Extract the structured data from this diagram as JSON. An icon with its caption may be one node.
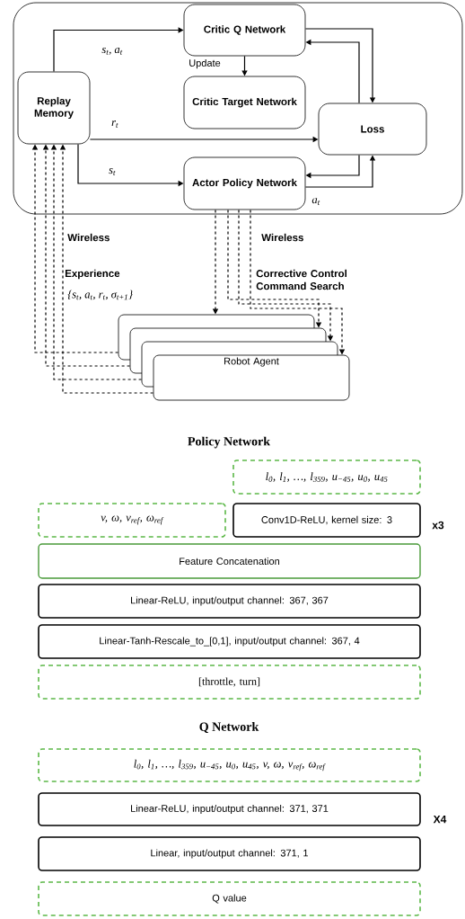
{
  "diagram": {
    "nodes": [
      {
        "text": [],
        "shape": "box"
      },
      {
        "text": [
          "Replay Memory"
        ],
        "in": 0
      },
      {
        "text": [
          "Critic Q Network"
        ],
        "in": 0
      },
      {
        "text": [
          "Critic Target Network"
        ],
        "in": 0
      },
      {
        "text": [
          "Loss"
        ],
        "in": 0
      },
      {
        "text": [
          "Actor Policy Network"
        ],
        "in": 0
      },
      {
        "text": [],
        "shape": "box"
      },
      {
        "text": [],
        "shape": "box"
      },
      {
        "text": [],
        "shape": "box"
      },
      {
        "text": [
          "Robot Agent"
        ]
      },
      {
        "text": [
          "l$_{0}$, l$_{1}$, …, l$_{359}$, u$_{−45}$, u$_{0}$, u$_{45}$"
        ]
      },
      {
        "text": [
          "v, ω, v$_{ref}$, ω$_{ref}$"
        ]
      },
      {
        "text": [
          "Conv1D-ReLU, kernel size: 3"
        ],
        "beside": [
          "x3"
        ]
      },
      {
        "text": [
          "Feature Concatenation"
        ]
      },
      {
        "text": [
          "Linear-ReLU, input/output channel: 367, 367"
        ]
      },
      {
        "text": [
          "Linear-Tanh-Rescale_to_[0,1], input/output channel: 367, 4"
        ]
      },
      {
        "text": [
          "[throttle, turn]"
        ]
      },
      {
        "text": [
          "l$_{0}$, l$_{1}$, …, l$_{359}$, u$_{−45}$, u$_{0}$, u$_{45}$, v, ω, v$_{ref}$, ω$_{ref}$"
        ]
      },
      {
        "text": [
          "Linear-ReLU, input/output channel: 371, 371"
        ],
        "beside": [
          "X4"
        ]
      },
      {
        "text": [
          "Linear, input/output channel: 371, 1"
        ]
      },
      {
        "text": [
          "Q value"
        ]
      }
    ],
    "edges": [
      {
        "from": 1,
        "to": 2,
        "arrow": "to",
        "label": "s$_{t}$, a$_{t}$"
      },
      {
        "from": 1,
        "to": 4,
        "arrow": "to",
        "label": "r$_{t}$"
      },
      {
        "from": 1,
        "to": 5,
        "arrow": "to",
        "label": "s$_{t}$"
      },
      {
        "from": 2,
        "to": 3,
        "arrow": "to",
        "label": "Update"
      },
      {
        "from": 2,
        "to": 4,
        "arrow": "to"
      },
      {
        "from": 4,
        "to": 2,
        "arrow": "to"
      },
      {
        "from": 4,
        "to": 5,
        "arrow": "to"
      },
      {
        "from": 5,
        "to": 4,
        "arrow": "to",
        "label": "a$_{t}$"
      },
      {
        "from": 6,
        "to": 1,
        "arrow": "to",
        "style": "dashed"
      },
      {
        "from": 7,
        "to": 1,
        "arrow": "to",
        "style": "dashed"
      },
      {
        "from": 8,
        "to": 1,
        "arrow": "to",
        "style": "dashed"
      },
      {
        "from": 9,
        "to": 1,
        "arrow": "to",
        "style": "dashed"
      },
      {
        "from": 5,
        "to": 6,
        "arrow": "to",
        "style": "dashed"
      },
      {
        "from": 5,
        "to": 7,
        "arrow": "to",
        "style": "dashed"
      },
      {
        "from": 5,
        "to": 8,
        "arrow": "to",
        "style": "dashed"
      },
      {
        "from": 5,
        "to": 9,
        "arrow": "to",
        "style": "dashed"
      }
    ],
    "labels": [
      "Wireless",
      "Experience",
      "{s$_{t}$, a$_{t}$, r$_{t}$, σ$_{t+1}$}",
      "Wireless",
      "Corrective Control Command Search",
      "Policy Network",
      "Q Network"
    ]
  }
}
